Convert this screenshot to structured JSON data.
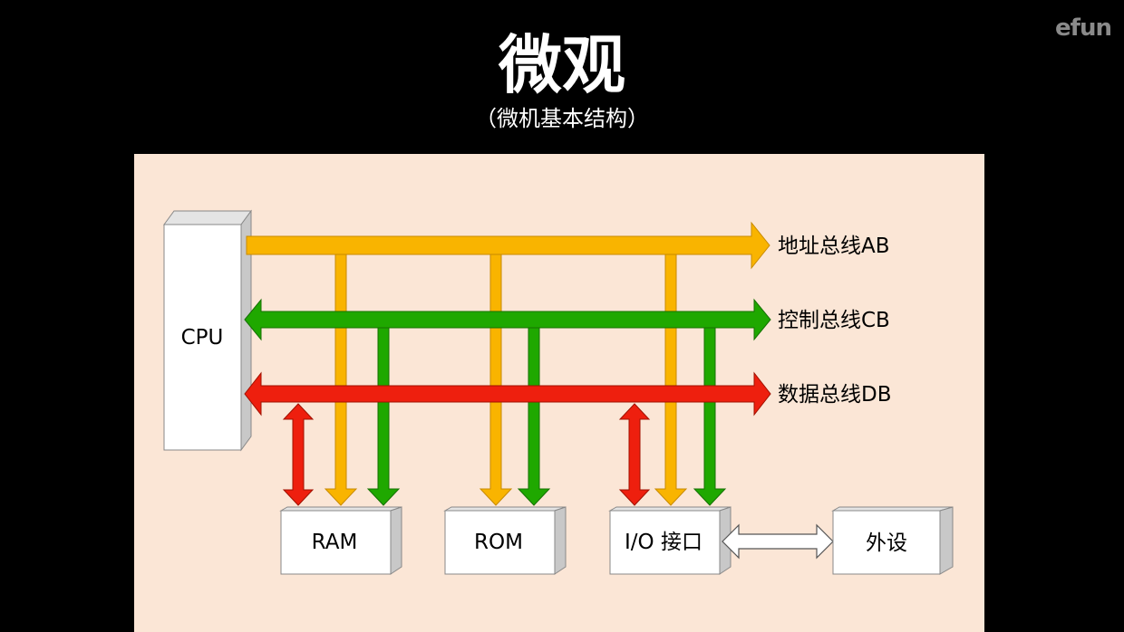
{
  "title": "微观",
  "subtitle": "（微机基本结构）",
  "logo": "efun",
  "diagram": {
    "cpu": "CPU",
    "buses": {
      "address": "地址总线AB",
      "control": "控制总线CB",
      "data": "数据总线DB"
    },
    "modules": {
      "ram": "RAM",
      "rom": "ROM",
      "io": "I/O 接口",
      "peripheral": "外设"
    },
    "colors": {
      "address": "#f9b400",
      "control": "#1fa800",
      "data": "#ee1f0e",
      "panel": "#fbe6d6"
    }
  }
}
